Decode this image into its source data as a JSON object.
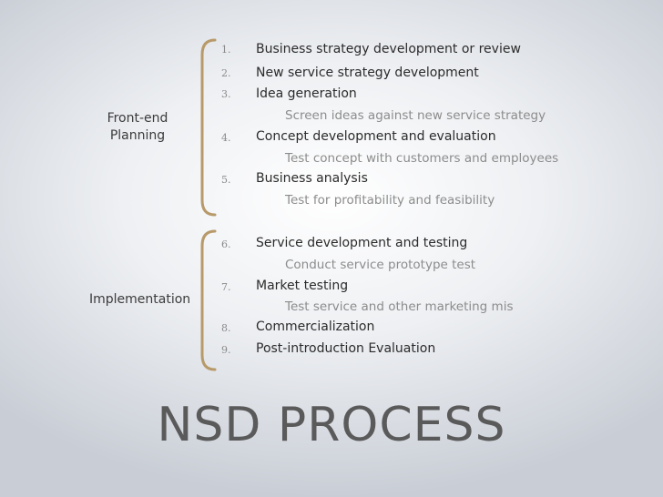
{
  "groups": [
    {
      "label_lines": [
        "Front-end",
        "Planning"
      ]
    },
    {
      "label_lines": [
        "Implementation"
      ]
    }
  ],
  "items": [
    {
      "num": "1.",
      "text": "Business strategy development or review"
    },
    {
      "num": "2.",
      "text": "New service strategy development"
    },
    {
      "num": "3.",
      "text": "Idea generation",
      "sub": "Screen ideas against new service strategy"
    },
    {
      "num": "4.",
      "text": "Concept development and evaluation",
      "sub": "Test concept with customers and employees"
    },
    {
      "num": "5.",
      "text": "Business analysis",
      "sub": "Test for profitability and feasibility"
    },
    {
      "num": "6.",
      "text": "Service development and testing",
      "sub": "Conduct service prototype test"
    },
    {
      "num": "7.",
      "text": "Market testing",
      "sub": "Test service and other marketing mis"
    },
    {
      "num": "8.",
      "text": "Commercialization"
    },
    {
      "num": "9.",
      "text": "Post-introduction Evaluation"
    }
  ],
  "title": "NSD PROCESS",
  "colors": {
    "bracket": "#b89a6a",
    "item_text": "#2b2b2b",
    "sub_text": "#8c8c8c",
    "title": "#5a5a5a"
  }
}
